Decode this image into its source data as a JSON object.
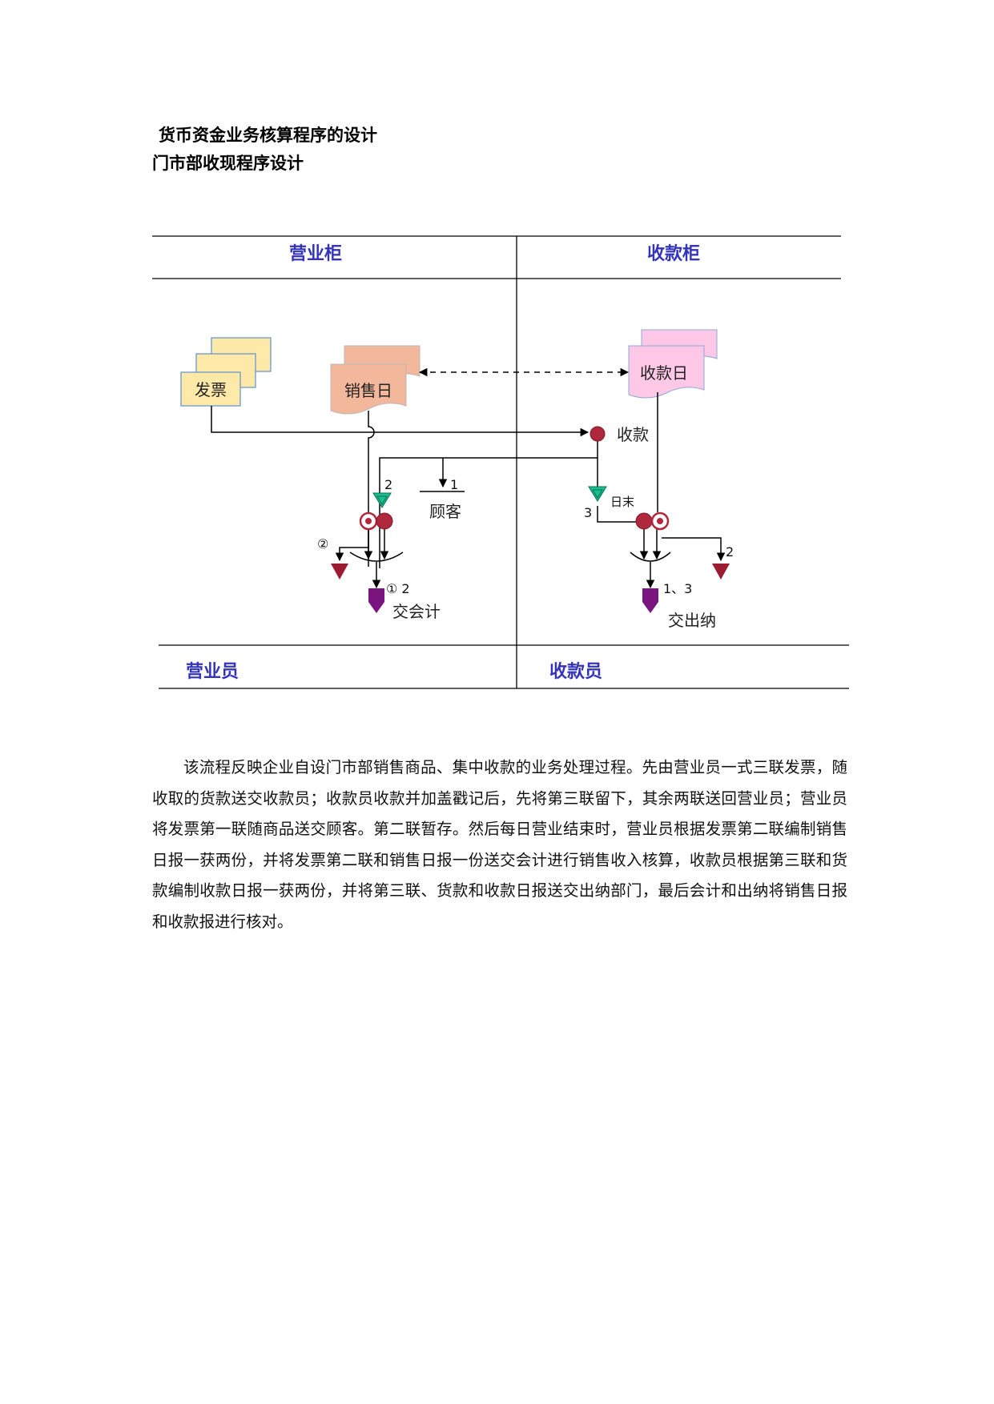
{
  "document": {
    "title": "货币资金业务核算程序的设计",
    "subtitle": "门市部收现程序设计"
  },
  "flowchart": {
    "lanes": {
      "left_top": "营业柜",
      "right_top": "收款柜",
      "left_bottom": "营业员",
      "right_bottom": "收款员"
    },
    "docs": {
      "invoice": "发票",
      "sales_daily": "销售日",
      "receipt_daily": "收款日"
    },
    "labels": {
      "receive_money": "收款",
      "customer": "顾客",
      "end_of_day": "日末",
      "to_accounting": "交会计",
      "to_cashier": "交出纳"
    },
    "numbers": {
      "copy_1": "1",
      "copy_2": "2",
      "copy_3": "3",
      "circle_2": "②",
      "circle_1_2": "① 2",
      "copy_2_right": "2",
      "copies_1_3": "1、3"
    },
    "colors": {
      "lane_head": "#3333bb",
      "invoice_fill": "#ffe9a8",
      "invoice_border": "#6699cc",
      "sales_fill": "#f3b79b",
      "receipt_fill": "#ffc8e6",
      "stamp": "#b0283c",
      "file_triangle": "#9c1c33",
      "temp_file": "#19c08f",
      "output": "#7a1580"
    }
  },
  "description": "该流程反映企业自设门市部销售商品、集中收款的业务处理过程。先由营业员一式三联发票，随收取的货款送交收款员；收款员收款并加盖戳记后，先将第三联留下，其余两联送回营业员；营业员将发票第一联随商品送交顾客。第二联暂存。然后每日营业结束时，营业员根据发票第二联编制销售日报一获两份，并将发票第二联和销售日报一份送交会计进行销售收入核算，收款员根据第三联和货款编制收款日报一获两份，并将第三联、货款和收款日报送交出纳部门，最后会计和出纳将销售日报和收款报进行核对。"
}
